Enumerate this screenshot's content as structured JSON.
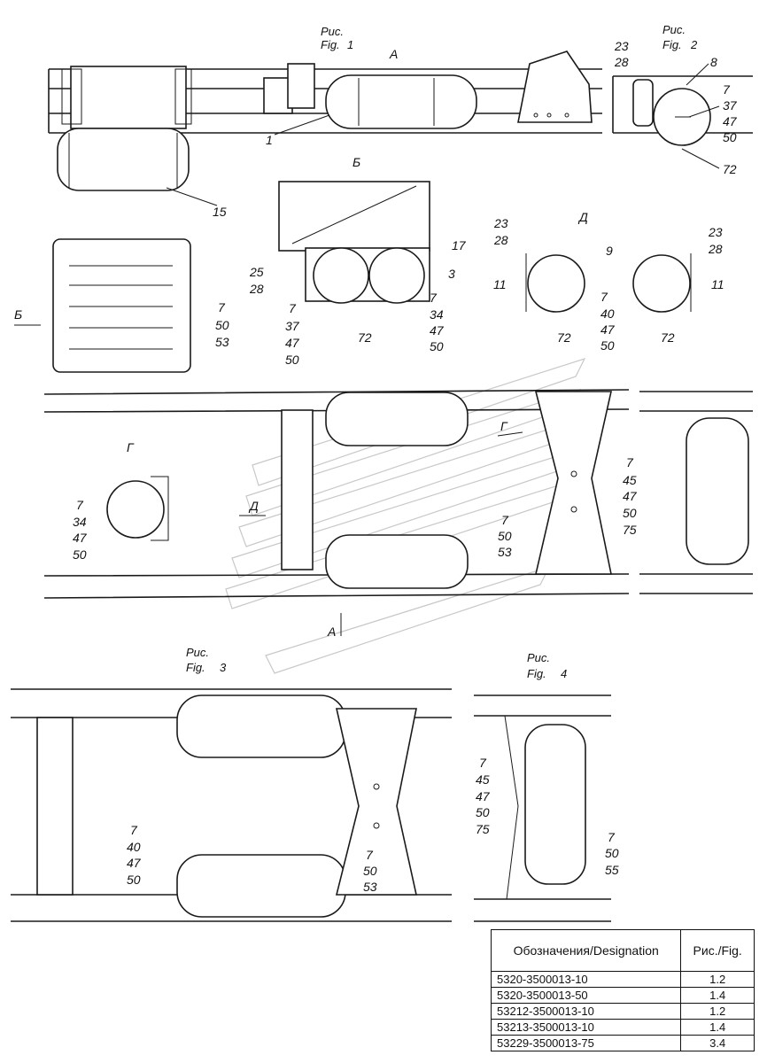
{
  "figures": {
    "fig1": {
      "line1": "Рис.",
      "line2": "Fig.",
      "num": "1"
    },
    "fig2": {
      "line1": "Рис.",
      "line2": "Fig.",
      "num": "2"
    },
    "fig3": {
      "line1": "Рис.",
      "line2": "Fig.",
      "num": "3"
    },
    "fig4": {
      "line1": "Рис.",
      "line2": "Fig.",
      "num": "4"
    }
  },
  "views": {
    "A": "А",
    "B": "Б",
    "D": "Д",
    "G": "Г"
  },
  "callouts": {
    "c1": "1",
    "c15": "15",
    "fig2_left": [
      "23",
      "28"
    ],
    "fig2_8": "8",
    "fig2_right": [
      "7",
      "37",
      "47",
      "50"
    ],
    "fig2_72": "72",
    "left_stack": [
      "7",
      "50",
      "53"
    ],
    "b_25_28": [
      "25",
      "28"
    ],
    "b_17": "17",
    "b_3": "3",
    "b_left": [
      "7",
      "37",
      "47",
      "50"
    ],
    "b_72": "72",
    "b_right": [
      "7",
      "34",
      "47",
      "50"
    ],
    "d_left_top": [
      "23",
      "28"
    ],
    "d_9": "9",
    "d_right_top": [
      "23",
      "28"
    ],
    "d_11_l": "11",
    "d_11_r": "11",
    "d_center": [
      "7",
      "40",
      "47",
      "50"
    ],
    "d_72_l": "72",
    "d_72_r": "72",
    "g_stack": [
      "7",
      "34",
      "47",
      "50"
    ],
    "main_right": [
      "7",
      "45",
      "47",
      "50",
      "75"
    ],
    "main_bottom": [
      "7",
      "50",
      "53"
    ],
    "f3_left": [
      "7",
      "40",
      "47",
      "50"
    ],
    "f3_right": [
      "7",
      "50",
      "53"
    ],
    "f4_top": [
      "7",
      "45",
      "47",
      "50",
      "75"
    ],
    "f4_bottom": [
      "7",
      "50",
      "55"
    ]
  },
  "table": {
    "header_designation": "Обозначения/Designation",
    "header_fig": "Рис./Fig.",
    "rows": [
      {
        "designation": "5320-3500013-10",
        "fig": "1.2"
      },
      {
        "designation": "5320-3500013-50",
        "fig": "1.4"
      },
      {
        "designation": "53212-3500013-10",
        "fig": "1.2"
      },
      {
        "designation": "53213-3500013-10",
        "fig": "1.4"
      },
      {
        "designation": "53229-3500013-75",
        "fig": "3.4"
      }
    ]
  }
}
